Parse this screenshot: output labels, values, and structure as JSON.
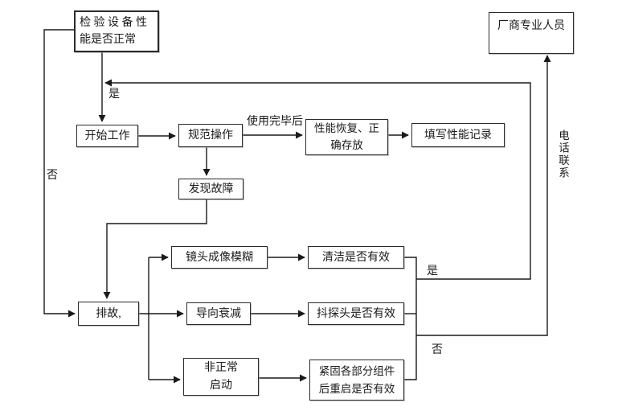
{
  "nodes": {
    "check": {
      "label": "检 验 设 备 性\n能是否正常"
    },
    "vendor": {
      "label": "厂商专业人员"
    },
    "start": {
      "label": "开始工作"
    },
    "operate": {
      "label": "规范操作"
    },
    "restore": {
      "label": "性能恢复、正\n确存放"
    },
    "record": {
      "label": "填写性能记录"
    },
    "fault": {
      "label": "发现故障"
    },
    "troubleshoot": {
      "label": "排故,"
    },
    "lens": {
      "label": "镜头成像模糊"
    },
    "guide": {
      "label": "导向衰减"
    },
    "abnormal": {
      "label": "非正常\n启动"
    },
    "clean": {
      "label": "清洁是否有效"
    },
    "shake": {
      "label": "抖探头是否有效"
    },
    "tighten": {
      "label": "紧固各部分组件\n后重启是否有效"
    }
  },
  "edge_labels": {
    "yes_top": "是",
    "no_left": "否",
    "after_use": "使用完毕后",
    "yes_right": "是",
    "no_right": "否",
    "phone": "电话联系"
  },
  "colors": {
    "line": "#1a1a1a",
    "box_border": "#2b2b2b",
    "background": "#ffffff",
    "text": "#1a1a1a"
  }
}
